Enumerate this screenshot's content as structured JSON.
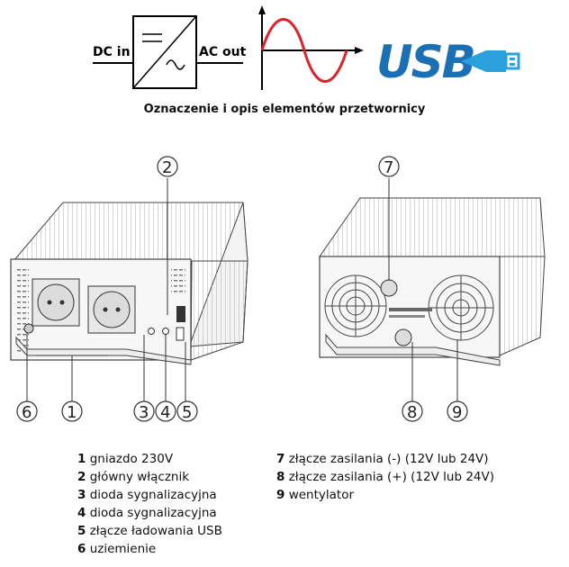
{
  "symbols": {
    "dc_in": "DC in",
    "ac_out": "AC out",
    "usb": "USB"
  },
  "title": "Oznaczenie i opis elementów przetwornicy",
  "front_callouts": [
    "6",
    "1",
    "3",
    "4",
    "5",
    "2"
  ],
  "back_callouts": [
    "7",
    "8",
    "9"
  ],
  "legend_left": [
    {
      "num": "1",
      "text": "gniazdo 230V"
    },
    {
      "num": "2",
      "text": "główny włącznik"
    },
    {
      "num": "3",
      "text": "dioda sygnalizacyjna"
    },
    {
      "num": "4",
      "text": "dioda sygnalizacyjna"
    },
    {
      "num": "5",
      "text": "złącze ładowania USB"
    },
    {
      "num": "6",
      "text": "uziemienie"
    }
  ],
  "legend_right": [
    {
      "num": "7",
      "text": "złącze zasilania (-) (12V lub 24V)"
    },
    {
      "num": "8",
      "text": "złącze zasilania (+) (12V lub 24V)"
    },
    {
      "num": "9",
      "text": "wentylator"
    }
  ],
  "colors": {
    "sine": "#e0202a",
    "usb_blue": "#1a6fb5",
    "outline": "#333333"
  }
}
